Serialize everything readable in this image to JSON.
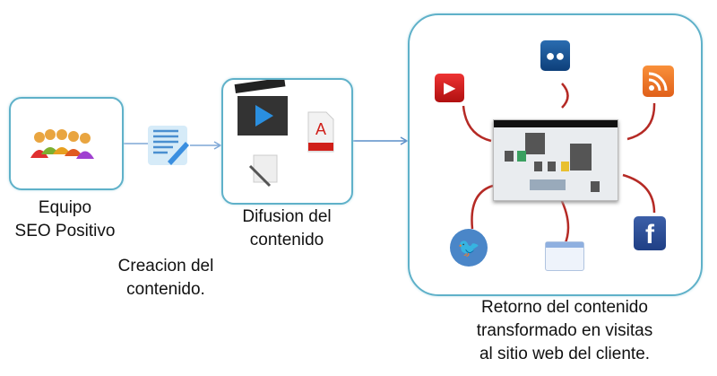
{
  "steps": [
    {
      "label_lines": [
        "Equipo",
        "SEO Positivo"
      ]
    },
    {
      "label_lines": [
        "Creacion del",
        "contenido."
      ]
    },
    {
      "label_lines": [
        "Difusion del",
        "contenido"
      ]
    },
    {
      "label_lines": [
        "Retorno del contenido",
        "transformado en visitas",
        "al sitio web del cliente."
      ]
    }
  ],
  "colors": {
    "box_border": "#5fb1c9",
    "connector": "#5b8fc9",
    "arrow": "#b52a25"
  }
}
